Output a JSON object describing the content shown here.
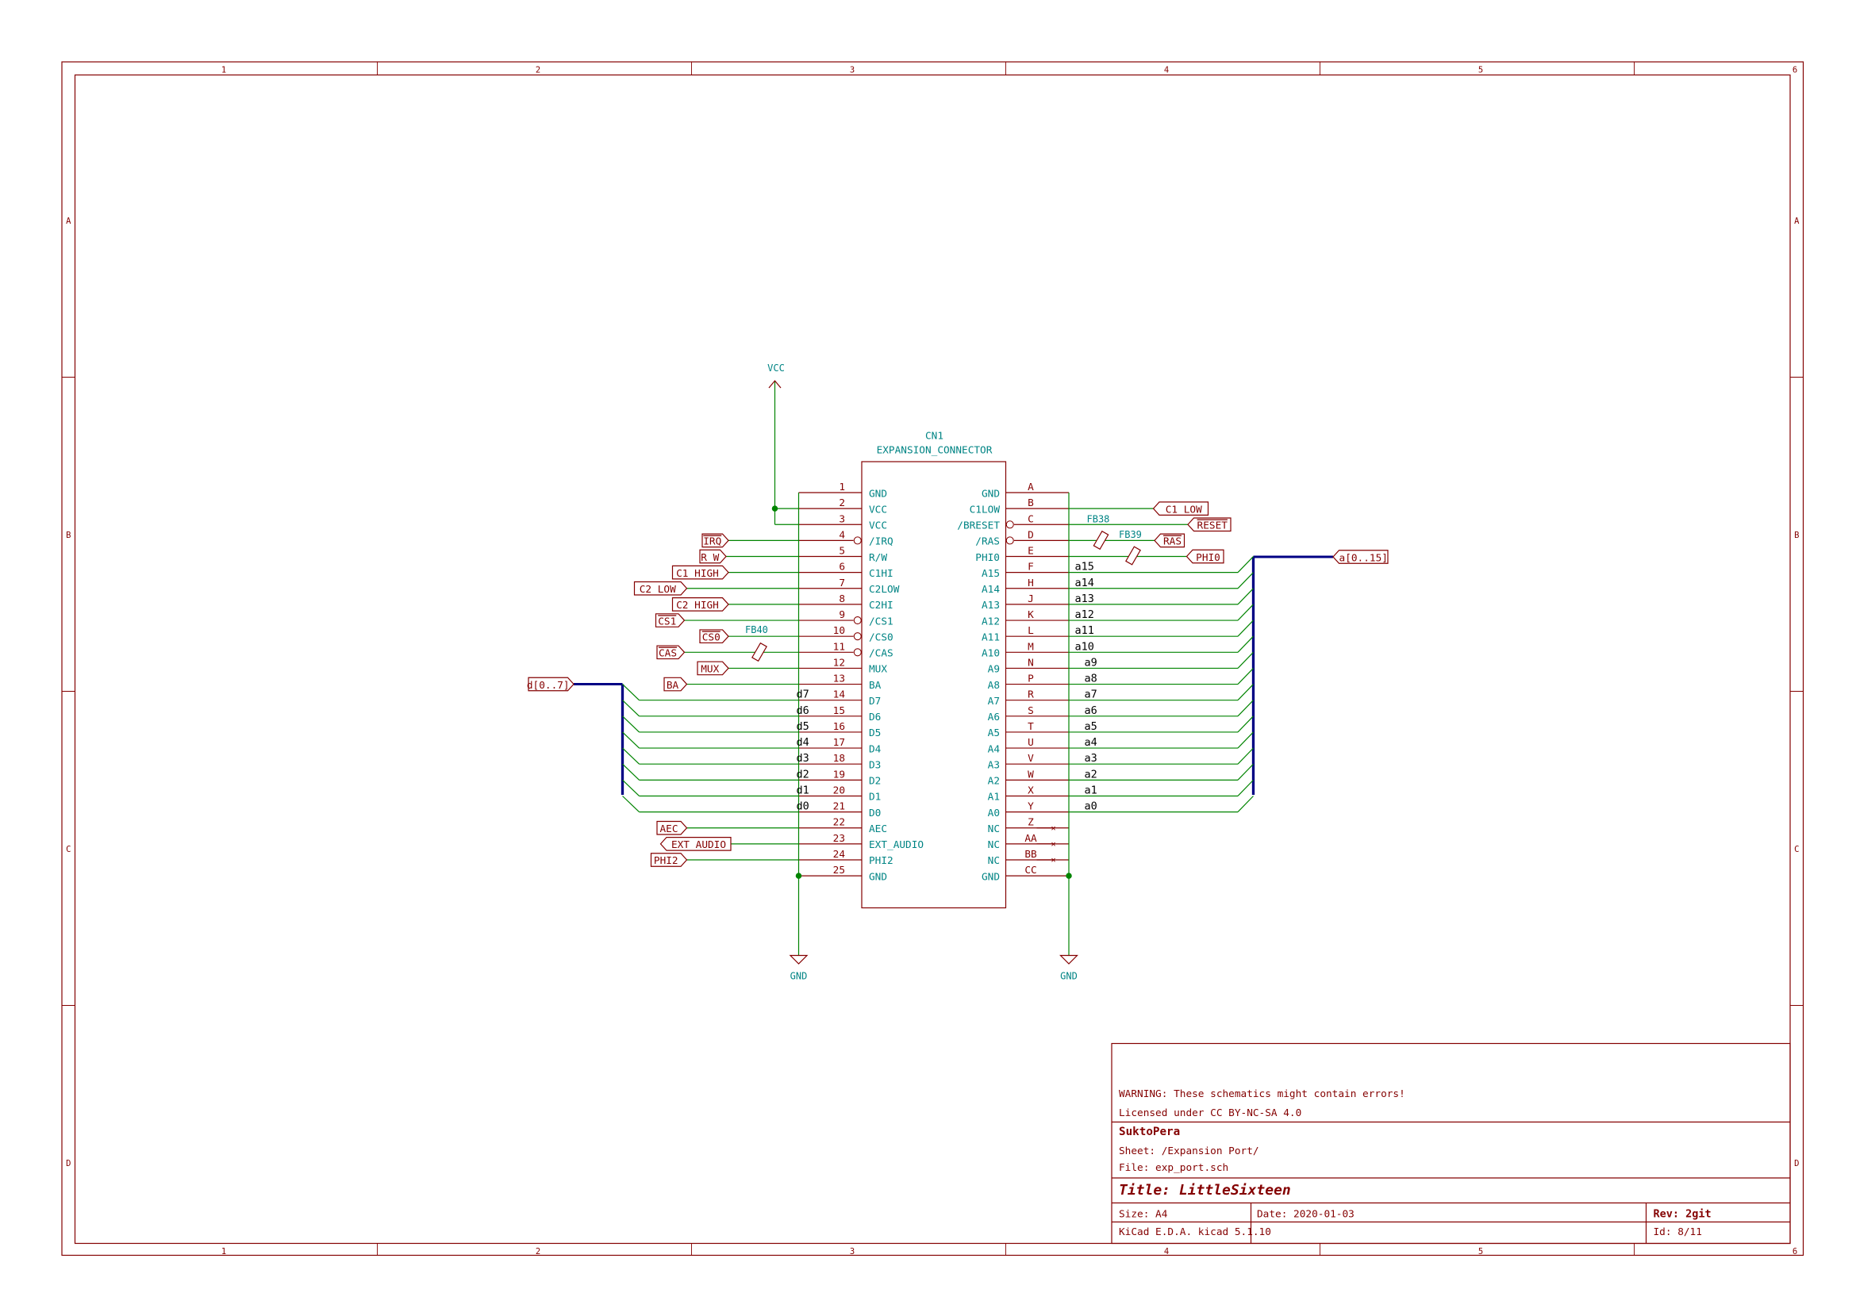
{
  "colors": {
    "frame": "#840000",
    "wire": "#008400",
    "bus": "#000084",
    "part_text": "#008484",
    "pin": "#840000",
    "label": "#840000",
    "net": "#000000"
  },
  "frame": {
    "columns": [
      "1",
      "2",
      "3",
      "4",
      "5",
      "6"
    ],
    "rows": [
      "A",
      "B",
      "C",
      "D"
    ]
  },
  "power": {
    "vcc": "VCC",
    "gnd_left": "GND",
    "gnd_right": "GND"
  },
  "component": {
    "ref": "CN1",
    "value": "EXPANSION_CONNECTOR",
    "left_pins": [
      {
        "num": "1",
        "name": "GND"
      },
      {
        "num": "2",
        "name": "VCC"
      },
      {
        "num": "3",
        "name": "VCC"
      },
      {
        "num": "4",
        "name": "/IRQ"
      },
      {
        "num": "5",
        "name": "R/W"
      },
      {
        "num": "6",
        "name": "C1HI"
      },
      {
        "num": "7",
        "name": "C2LOW"
      },
      {
        "num": "8",
        "name": "C2HI"
      },
      {
        "num": "9",
        "name": "/CS1"
      },
      {
        "num": "10",
        "name": "/CS0"
      },
      {
        "num": "11",
        "name": "/CAS"
      },
      {
        "num": "12",
        "name": "MUX"
      },
      {
        "num": "13",
        "name": "BA"
      },
      {
        "num": "14",
        "name": "D7"
      },
      {
        "num": "15",
        "name": "D6"
      },
      {
        "num": "16",
        "name": "D5"
      },
      {
        "num": "17",
        "name": "D4"
      },
      {
        "num": "18",
        "name": "D3"
      },
      {
        "num": "19",
        "name": "D2"
      },
      {
        "num": "20",
        "name": "D1"
      },
      {
        "num": "21",
        "name": "D0"
      },
      {
        "num": "22",
        "name": "AEC"
      },
      {
        "num": "23",
        "name": "EXT_AUDIO"
      },
      {
        "num": "24",
        "name": "PHI2"
      },
      {
        "num": "25",
        "name": "GND"
      }
    ],
    "right_pins": [
      {
        "num": "A",
        "name": "GND"
      },
      {
        "num": "B",
        "name": "C1LOW"
      },
      {
        "num": "C",
        "name": "/BRESET"
      },
      {
        "num": "D",
        "name": "/RAS"
      },
      {
        "num": "E",
        "name": "PHI0"
      },
      {
        "num": "F",
        "name": "A15"
      },
      {
        "num": "H",
        "name": "A14"
      },
      {
        "num": "J",
        "name": "A13"
      },
      {
        "num": "K",
        "name": "A12"
      },
      {
        "num": "L",
        "name": "A11"
      },
      {
        "num": "M",
        "name": "A10"
      },
      {
        "num": "N",
        "name": "A9"
      },
      {
        "num": "P",
        "name": "A8"
      },
      {
        "num": "R",
        "name": "A7"
      },
      {
        "num": "S",
        "name": "A6"
      },
      {
        "num": "T",
        "name": "A5"
      },
      {
        "num": "U",
        "name": "A4"
      },
      {
        "num": "V",
        "name": "A3"
      },
      {
        "num": "W",
        "name": "A2"
      },
      {
        "num": "X",
        "name": "A1"
      },
      {
        "num": "Y",
        "name": "A0"
      },
      {
        "num": "Z",
        "name": "NC"
      },
      {
        "num": "AA",
        "name": "NC"
      },
      {
        "num": "BB",
        "name": "NC"
      },
      {
        "num": "CC",
        "name": "GND"
      }
    ]
  },
  "left_labels": [
    "IRQ",
    "R_W",
    "C1_HIGH",
    "C2_LOW",
    "C2_HIGH",
    "CS1",
    "CS0",
    "CAS",
    "MUX",
    "BA",
    "AEC",
    "EXT_AUDIO",
    "PHI2"
  ],
  "right_labels": [
    "C1_LOW",
    "RESET",
    "RAS",
    "PHI0"
  ],
  "ferrites": [
    "FB40",
    "FB38",
    "FB39"
  ],
  "data_bus": {
    "label": "d[0..7]",
    "nets": [
      "d7",
      "d6",
      "d5",
      "d4",
      "d3",
      "d2",
      "d1",
      "d0"
    ]
  },
  "addr_bus": {
    "label": "a[0..15]",
    "nets": [
      "a15",
      "a14",
      "a13",
      "a12",
      "a11",
      "a10",
      "a9",
      "a8",
      "a7",
      "a6",
      "a5",
      "a4",
      "a3",
      "a2",
      "a1",
      "a0"
    ]
  },
  "title_block": {
    "warning": "WARNING: These schematics might contain errors!",
    "license": "Licensed under CC BY-NC-SA 4.0",
    "company": "SuktoPera",
    "sheet": "Sheet: /Expansion Port/",
    "file": "File: exp_port.sch",
    "title": "Title: LittleSixteen",
    "size": "Size: A4",
    "date": "Date: 2020-01-03",
    "rev": "Rev: 2git",
    "tool": "KiCad E.D.A.  kicad 5.1.10",
    "id": "Id: 8/11"
  }
}
